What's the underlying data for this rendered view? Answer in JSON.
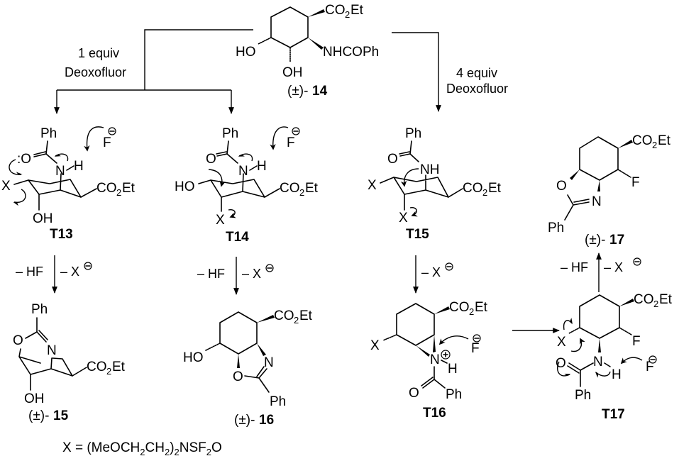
{
  "scheme": {
    "start": {
      "id": "14",
      "label_prefix": "(±)-",
      "label_id": "14",
      "groups": {
        "ester": "CO",
        "ester_sub": "2",
        "ester_tail": "Et",
        "amide": "NHCOPh",
        "oh1": "HO",
        "oh2": "OH"
      }
    },
    "conditions": {
      "left": {
        "line1": "1 equiv",
        "line2": "Deoxofluor"
      },
      "right": {
        "line1": "4 equiv",
        "line2": "Deoxofluor"
      }
    },
    "intermediates": [
      {
        "id": "T13",
        "label": "T13",
        "groups": {
          "ph": "Ph",
          "o": ":O",
          "n": "N",
          "h": "H",
          "f": "F",
          "x": "X",
          "oh": "OH",
          "ester": "CO",
          "sub": "2",
          "tail": "Et"
        }
      },
      {
        "id": "T14",
        "label": "T14",
        "groups": {
          "ph": "Ph",
          "o": "O",
          "n": "N",
          "h": "H",
          "f": "F",
          "x": "X",
          "ho": "HO",
          "ester": "CO",
          "sub": "2",
          "tail": "Et"
        }
      },
      {
        "id": "T15",
        "label": "T15",
        "groups": {
          "ph": "Ph",
          "o": "O",
          "nh": "NH",
          "x1": "X",
          "x2": "X",
          "ester": "CO",
          "sub": "2",
          "tail": "Et"
        }
      },
      {
        "id": "T16",
        "label": "T16",
        "groups": {
          "ph": "Ph",
          "o": "O",
          "n": "N",
          "h": "H",
          "f": "F",
          "x": "X",
          "ester": "CO",
          "sub": "2",
          "tail": "Et"
        }
      },
      {
        "id": "T17",
        "label": "T17",
        "groups": {
          "ph": "Ph",
          "o": "O",
          "n": "N",
          "h": "H",
          "f1": "F",
          "f2": "F",
          "x": "X",
          "ester": "CO",
          "sub": "2",
          "tail": "Et"
        }
      }
    ],
    "products": [
      {
        "id": "15",
        "prefix": "(±)-",
        "num": "15",
        "groups": {
          "ph": "Ph",
          "o": "O",
          "n": "N",
          "oh": "OH",
          "ester": "CO",
          "sub": "2",
          "tail": "Et"
        }
      },
      {
        "id": "16",
        "prefix": "(±)-",
        "num": "16",
        "groups": {
          "ph": "Ph",
          "o": "O",
          "n": "N",
          "ho": "HO",
          "ester": "CO",
          "sub": "2",
          "tail": "Et"
        }
      },
      {
        "id": "17",
        "prefix": "(±)-",
        "num": "17",
        "groups": {
          "ph": "Ph",
          "o": "O",
          "n": "N",
          "f": "F",
          "ester": "CO",
          "sub": "2",
          "tail": "Et"
        }
      }
    ],
    "step_labels": {
      "minus_hf": "– HF",
      "minus_x": "– X"
    },
    "footnote": {
      "prefix": "X = (MeOCH",
      "s1": "2",
      "mid1": "CH",
      "s2": "2",
      "mid2": ")",
      "s3": "2",
      "mid3": "NSF",
      "s4": "2",
      "tail": "O"
    }
  }
}
